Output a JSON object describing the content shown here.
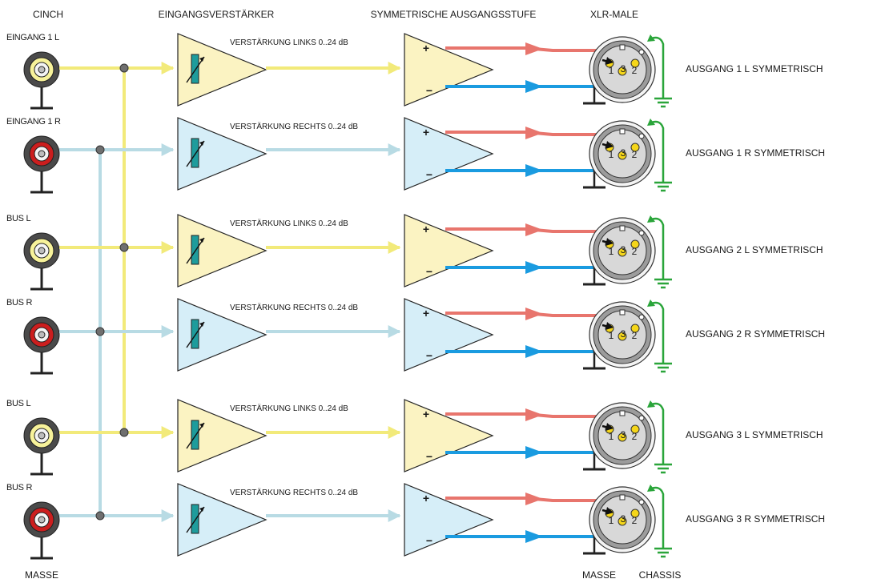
{
  "headers": {
    "cinch": "CINCH",
    "input_amp": "EINGANGSVERSTÄRKER",
    "output_stage": "SYMMETRISCHE AUSGANGSSTUFE",
    "xlr": "XLR-MALE"
  },
  "footer": {
    "masse_left": "MASSE",
    "masse_right": "MASSE",
    "chassis": "CHASSIS"
  },
  "pin_numbers": [
    "1",
    "3",
    "2"
  ],
  "signs": {
    "plus": "+",
    "minus": "−"
  },
  "colors": {
    "left_channel": "#fbf3c2",
    "right_channel": "#d6eef8",
    "left_wire": "#f2ea7a",
    "right_wire": "#b8dbe4",
    "hot_signal": "#e8756d",
    "cold_signal": "#1a9be0",
    "chassis_ground": "#2aa53a",
    "cinch_left_ring": "#f7f29a",
    "cinch_right_ring": "#cc1e1e",
    "potentiometer": "#1e9c9c"
  },
  "channels": [
    {
      "side": "left",
      "input_label": "EINGANG 1 L",
      "gain_label": "VERSTÄRKUNG LINKS  0..24 dB",
      "output_label": "AUSGANG 1 L  SYMMETRISCH"
    },
    {
      "side": "right",
      "input_label": "EINGANG 1 R",
      "gain_label": "VERSTÄRKUNG RECHTS  0..24 dB",
      "output_label": "AUSGANG 1 R  SYMMETRISCH"
    },
    {
      "side": "left",
      "input_label": "BUS L",
      "gain_label": "VERSTÄRKUNG LINKS  0..24 dB",
      "output_label": "AUSGANG 2 L  SYMMETRISCH"
    },
    {
      "side": "right",
      "input_label": "BUS R",
      "gain_label": "VERSTÄRKUNG RECHTS  0..24 dB",
      "output_label": "AUSGANG 2 R  SYMMETRISCH"
    },
    {
      "side": "left",
      "input_label": "BUS L",
      "gain_label": "VERSTÄRKUNG LINKS  0..24 dB",
      "output_label": "AUSGANG 3 L  SYMMETRISCH"
    },
    {
      "side": "right",
      "input_label": "BUS R",
      "gain_label": "VERSTÄRKUNG RECHTS  0..24 dB",
      "output_label": "AUSGANG 3 R  SYMMETRISCH"
    }
  ]
}
